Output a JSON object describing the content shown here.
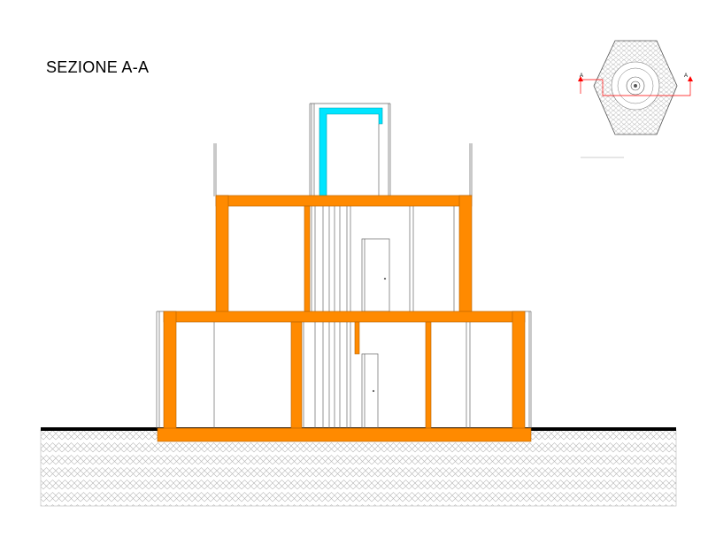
{
  "title": "SEZIONE A-A",
  "key_plan": {
    "cut_label_left": "A",
    "cut_label_right": "A"
  },
  "colors": {
    "structure": "#ff8a00",
    "glazing": "#00e5ff",
    "ground_line": "#000000",
    "hatch": "#b8b8b8",
    "cut_line": "#ff0000",
    "line": "#555555"
  }
}
